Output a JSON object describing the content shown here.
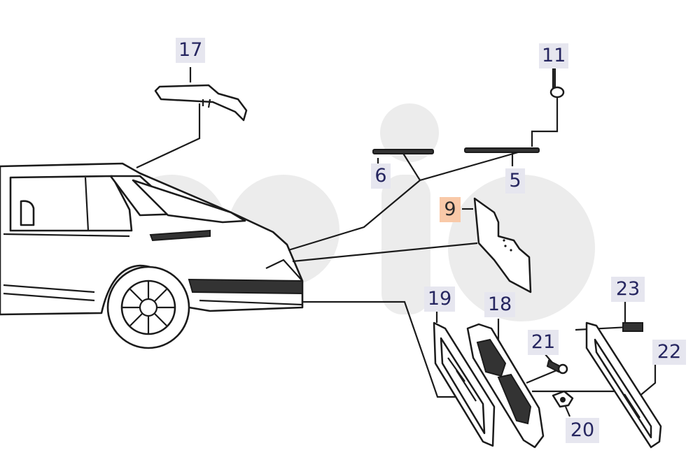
{
  "colors": {
    "callout_bg": "#e6e6ef",
    "callout_text": "#262660",
    "highlight_bg": "#f9c9a8",
    "line": "#1b1b1b",
    "watermark": "#ececec"
  },
  "callouts": [
    {
      "id": "17",
      "label": "17",
      "highlighted": false
    },
    {
      "id": "11",
      "label": "11",
      "highlighted": false
    },
    {
      "id": "6",
      "label": "6",
      "highlighted": false
    },
    {
      "id": "5",
      "label": "5",
      "highlighted": false
    },
    {
      "id": "9",
      "label": "9",
      "highlighted": true
    },
    {
      "id": "23",
      "label": "23",
      "highlighted": false
    },
    {
      "id": "19",
      "label": "19",
      "highlighted": false
    },
    {
      "id": "18",
      "label": "18",
      "highlighted": false
    },
    {
      "id": "21",
      "label": "21",
      "highlighted": false
    },
    {
      "id": "22",
      "label": "22",
      "highlighted": false
    },
    {
      "id": "20",
      "label": "20",
      "highlighted": false
    }
  ]
}
